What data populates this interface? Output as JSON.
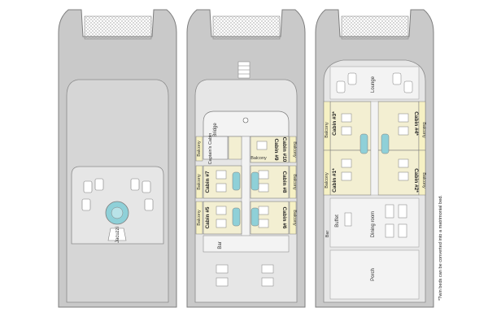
{
  "decks": {
    "sun": {
      "labels": {
        "jacuzzi": "Jacuzzi"
      }
    },
    "upper": {
      "labels": {
        "bridge": "Bridge",
        "captain": "Captain's Cabin",
        "bar": "Bar",
        "balcony": "Balcony"
      },
      "cabins": [
        {
          "label": "Cabin #10",
          "balcony": "Balcony"
        },
        {
          "label": "Cabin #9",
          "balcony": "Balcony"
        },
        {
          "label": "Cabin #7",
          "balcony": "Balcony"
        },
        {
          "label": "Cabin #8",
          "balcony": "Balcony"
        },
        {
          "label": "Cabin #5",
          "balcony": "Balcony"
        },
        {
          "label": "Cabin #6",
          "balcony": "Balcony"
        }
      ]
    },
    "main": {
      "labels": {
        "lounge": "Lounge",
        "dining": "Dining room",
        "buffet": "Buffet",
        "bar": "Bar",
        "porch": "Porch"
      },
      "cabins": [
        {
          "label": "Cabin #3*",
          "balcony": "Balcony"
        },
        {
          "label": "Cabin #4*",
          "balcony": "Balcony"
        },
        {
          "label": "Cabin #1*",
          "balcony": "Balcony"
        },
        {
          "label": "Cabin #2*",
          "balcony": "Balcony"
        }
      ]
    }
  },
  "footnote": "*Twin beds can be converted into a matrimonial bed.",
  "colors": {
    "hull": "#c9c9c9",
    "deck": "#e6e6e6",
    "floor": "#f3f3f3",
    "cabin": "#f3efd2",
    "balcony": "#f6f1c4",
    "outline": "#7d7d7d",
    "water": "#8fd0d8"
  }
}
